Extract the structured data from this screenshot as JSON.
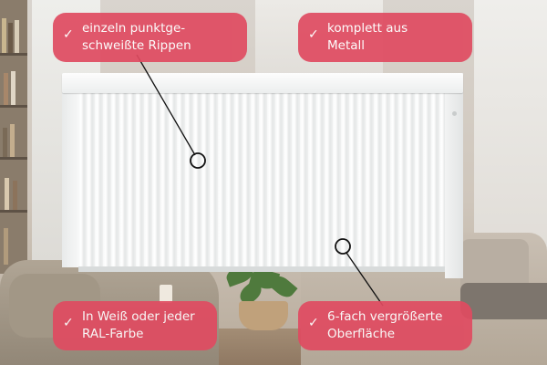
{
  "callouts": [
    {
      "lines": [
        "einzeln punktge-",
        "schweißte Rippen"
      ]
    },
    {
      "lines": [
        "komplett aus",
        "Metall"
      ]
    },
    {
      "lines": [
        "In Weiß oder jeder",
        "RAL-Farbe"
      ]
    },
    {
      "lines": [
        "6-fach vergrößerte",
        "Oberfläche"
      ]
    }
  ],
  "check_mark": "✓",
  "colors": {
    "callout_bg": "#e04b61",
    "callout_text": "#ffffff",
    "pointer": "#111111"
  },
  "icons": {
    "check": "check-icon",
    "marker": "circle-marker-icon"
  }
}
